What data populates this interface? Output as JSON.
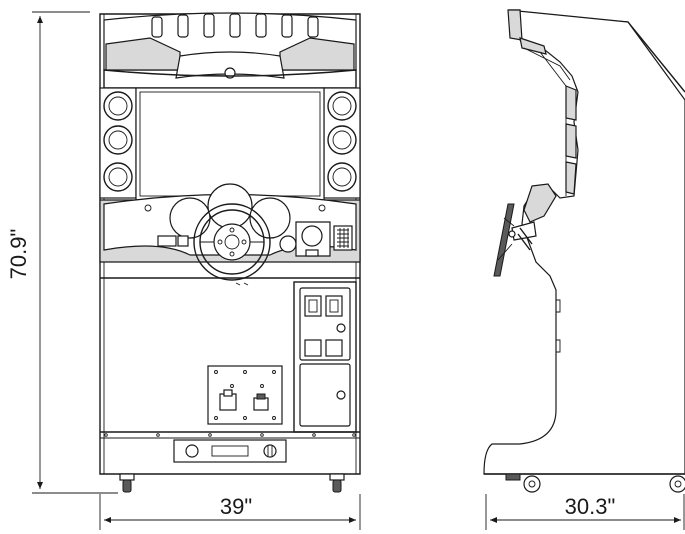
{
  "dimensions": {
    "height_label": "70.9\"",
    "width_label": "39\"",
    "depth_label": "30.3\""
  },
  "colors": {
    "line": "#1a1a1a",
    "panel_gray": "#d9d9d9",
    "dark": "#5a5a5a",
    "background": "#ffffff"
  }
}
